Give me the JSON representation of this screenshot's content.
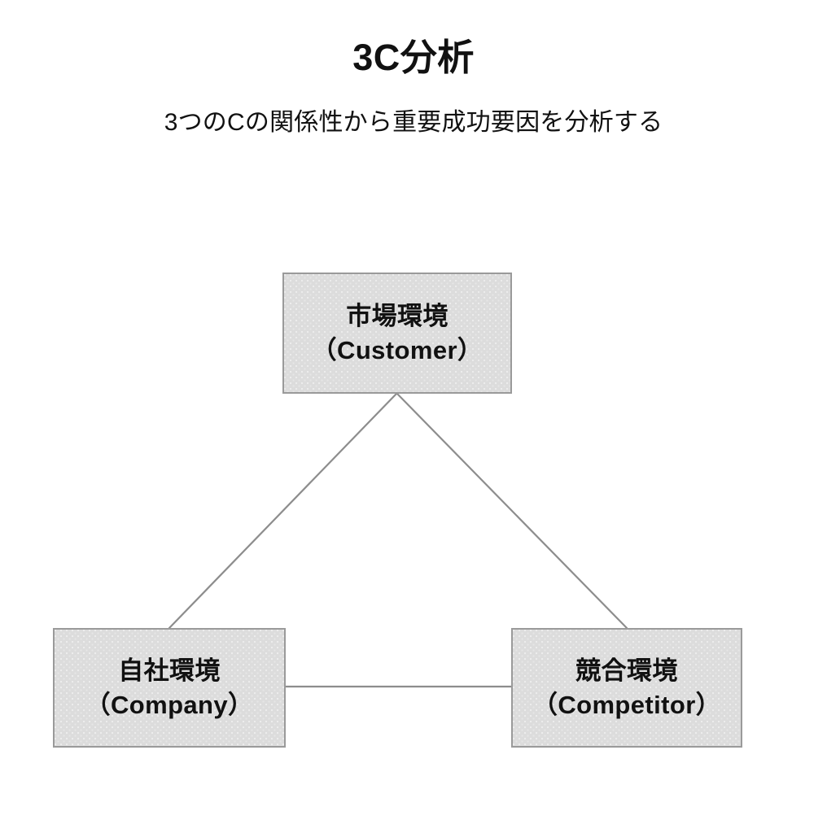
{
  "header": {
    "title": "3C分析",
    "subtitle": "3つのCの関係性から重要成功要因を分析する"
  },
  "diagram": {
    "type": "triangle-framework",
    "node_count": 3,
    "nodes": [
      {
        "id": "customer",
        "label_ja": "市場環境",
        "label_en": "（Customer）",
        "position": "top-center"
      },
      {
        "id": "company",
        "label_ja": "自社環境",
        "label_en": "（Company）",
        "position": "bottom-left"
      },
      {
        "id": "competitor",
        "label_ja": "競合環境",
        "label_en": "（Competitor）",
        "position": "bottom-right"
      }
    ],
    "connectors": [
      {
        "id": "customer-company",
        "from": "customer",
        "to": "company"
      },
      {
        "id": "customer-competitor",
        "from": "customer",
        "to": "competitor"
      },
      {
        "id": "company-competitor",
        "from": "company",
        "to": "competitor"
      }
    ]
  },
  "style": {
    "background": "#ffffff",
    "node_fill": "#dcdcdc",
    "node_border": "#9a9a9a",
    "connector_color": "#8d8d8d",
    "text_color": "#111111"
  }
}
